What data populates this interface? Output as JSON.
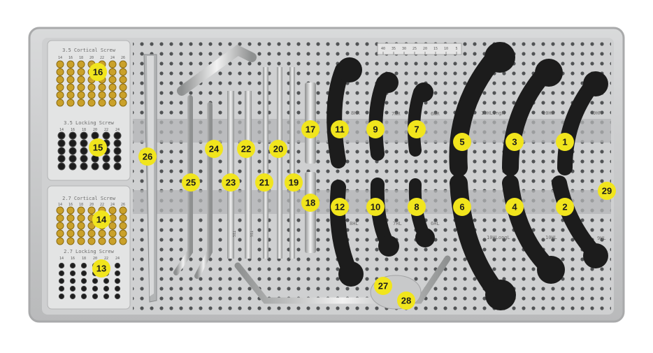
{
  "sections": {
    "cortical_35": {
      "title": "3.5 Cortical Screw",
      "sizes": [
        "14",
        "16",
        "18",
        "20",
        "22",
        "24",
        "26"
      ]
    },
    "locking_35": {
      "title": "3.5 Locking Screw",
      "sizes": [
        "14",
        "16",
        "18",
        "20",
        "22",
        "24"
      ]
    },
    "cortical_27": {
      "title": "2.7 Cortical Screw",
      "sizes": [
        "14",
        "16",
        "18",
        "20",
        "22",
        "24",
        "26"
      ]
    },
    "locking_27": {
      "title": "2.7 Locking Screw",
      "sizes": [
        "14",
        "16",
        "18",
        "20",
        "22",
        "24"
      ]
    }
  },
  "ruler": {
    "ticks": [
      "40",
      "35",
      "30",
      "25",
      "20",
      "15",
      "10",
      "5"
    ]
  },
  "plate_labels": {
    "top": [
      "8HR",
      "7HR",
      "6HR",
      "10HLongR",
      "10HR",
      "9HR"
    ],
    "bottom": [
      "8HL",
      "7HL",
      "6HL",
      "10HLongL",
      "10HL",
      "9HL"
    ]
  },
  "drill_labels": {
    "a": "TIG",
    "b": "TIG"
  },
  "callouts": [
    "1",
    "2",
    "3",
    "4",
    "5",
    "6",
    "7",
    "8",
    "9",
    "10",
    "11",
    "12",
    "13",
    "14",
    "15",
    "16",
    "17",
    "18",
    "19",
    "20",
    "21",
    "22",
    "23",
    "24",
    "25",
    "26",
    "27",
    "28",
    "29"
  ],
  "colors": {
    "callout": "#f1e51d",
    "tray": "#c9cacb",
    "plate": "#1c1c1c",
    "gold_screw": "#c9a227"
  }
}
